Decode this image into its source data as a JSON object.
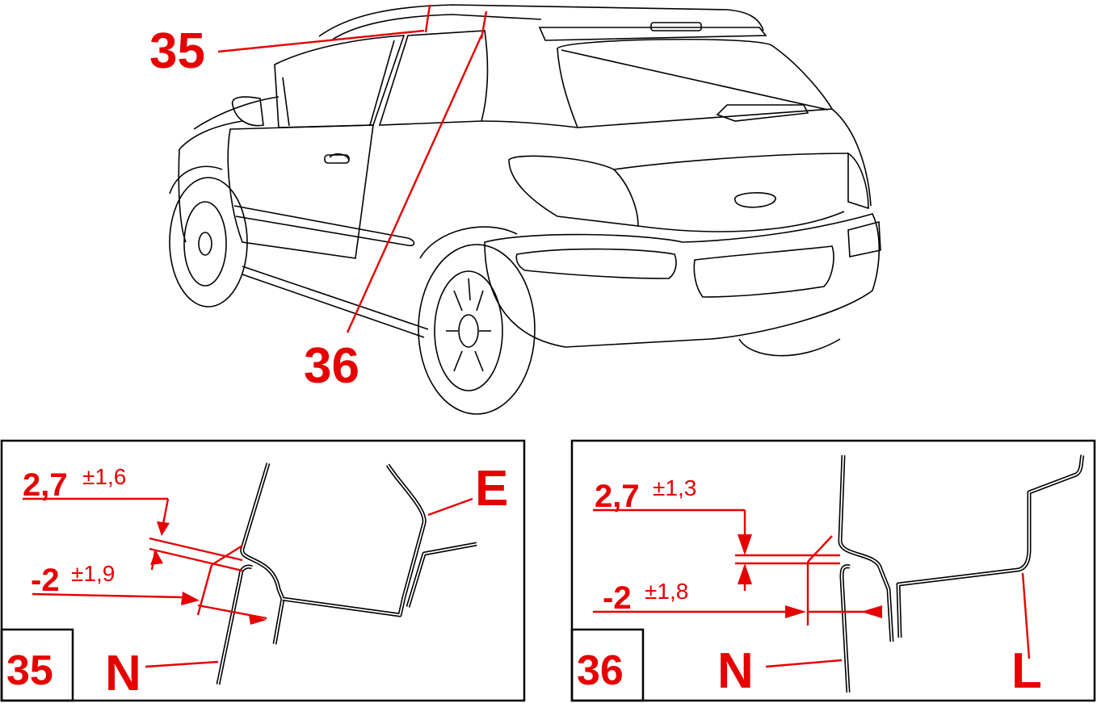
{
  "callouts": {
    "top_35": "35",
    "top_36": "36"
  },
  "detail_35": {
    "number": "35",
    "dim_top_main": "2,7",
    "dim_top_tol": "±1,6",
    "dim_bottom_main": "-2",
    "dim_bottom_tol": "±1,9",
    "label_n": "N",
    "label_e": "E"
  },
  "detail_36": {
    "number": "36",
    "dim_top_main": "2,7",
    "dim_top_tol": "±1,3",
    "dim_bottom_main": "-2",
    "dim_bottom_tol": "±1,8",
    "label_n": "N",
    "label_l": "L"
  },
  "colors": {
    "annotation": "#e60000",
    "linework": "#000000",
    "background": "#ffffff"
  }
}
